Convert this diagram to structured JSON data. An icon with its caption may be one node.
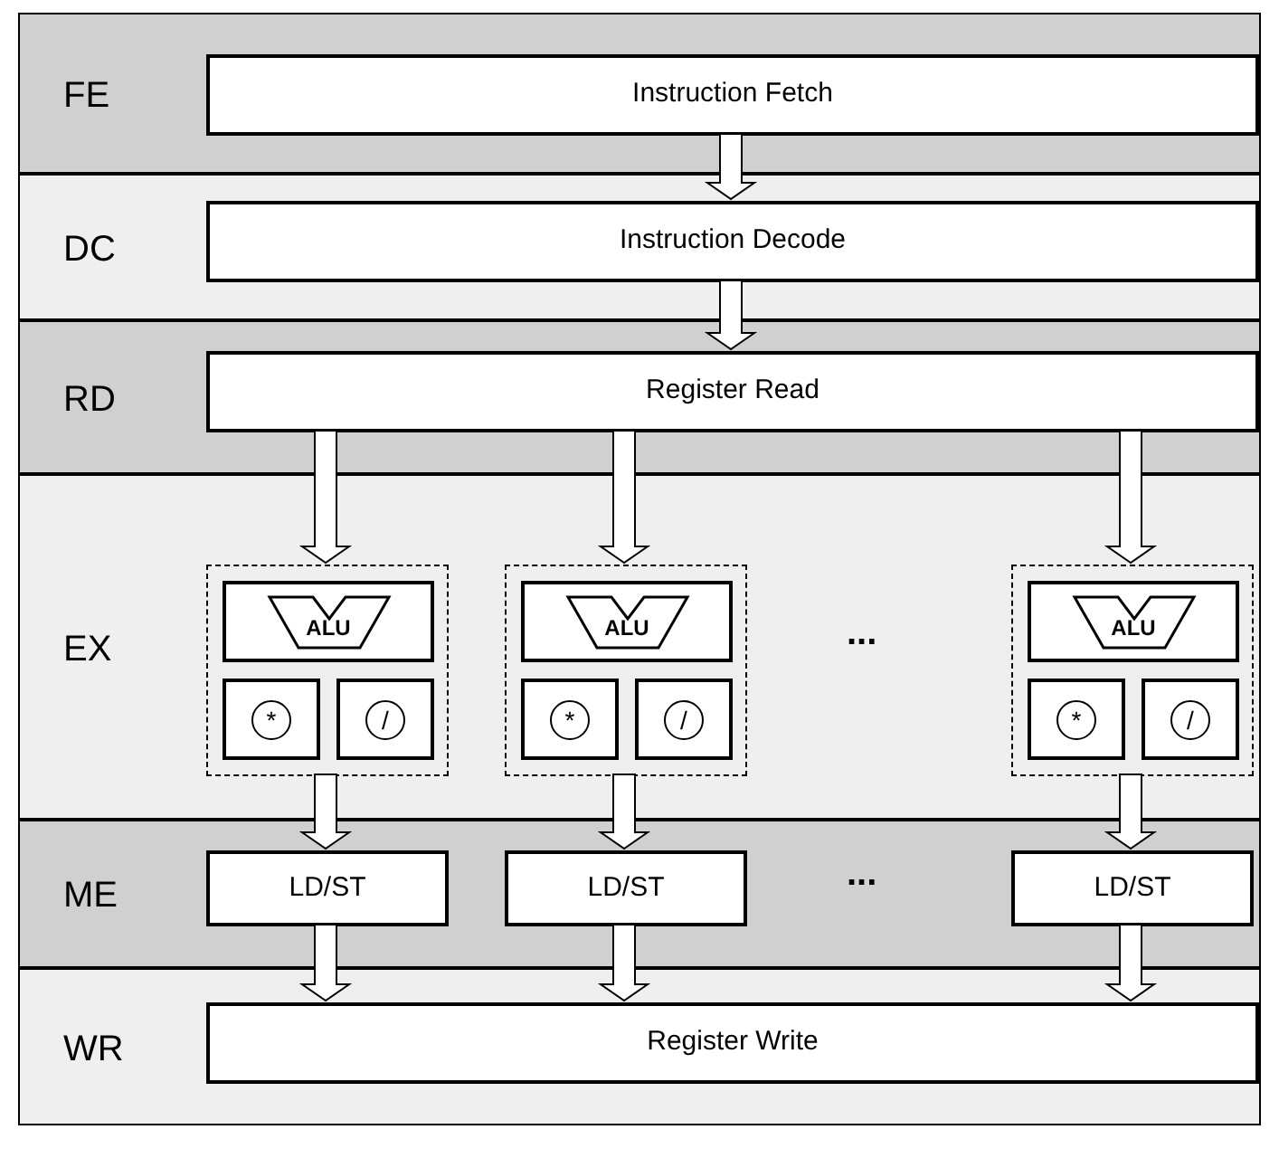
{
  "diagram": {
    "nodes": [
      {
        "text": [
          "FE"
        ]
      },
      {
        "text": [
          "Instruction Fetch"
        ],
        "in": 0
      },
      {
        "text": [
          "DC"
        ]
      },
      {
        "text": [
          "Instruction Decode"
        ],
        "in": 2
      },
      {
        "text": [
          "RD"
        ]
      },
      {
        "text": [
          "Register Read"
        ],
        "in": 4
      },
      {
        "text": [
          "EX"
        ]
      },
      {
        "text": [],
        "shape": "box",
        "in": 6
      },
      {
        "text": [
          "ALU"
        ],
        "in": 7
      },
      {
        "text": [
          "*"
        ],
        "in": 7
      },
      {
        "text": [
          "/"
        ],
        "in": 7
      },
      {
        "text": [],
        "shape": "box",
        "in": 6
      },
      {
        "text": [
          "ALU"
        ],
        "in": 11
      },
      {
        "text": [
          "*"
        ],
        "in": 11
      },
      {
        "text": [
          "/"
        ],
        "in": 11
      },
      {
        "text": [],
        "shape": "box",
        "in": 6
      },
      {
        "text": [
          "ALU"
        ],
        "in": 15
      },
      {
        "text": [
          "*"
        ],
        "in": 15
      },
      {
        "text": [
          "/"
        ],
        "in": 15
      },
      {
        "text": [
          "ME"
        ]
      },
      {
        "text": [
          "LD/ST"
        ],
        "in": 19
      },
      {
        "text": [
          "LD/ST"
        ],
        "in": 19
      },
      {
        "text": [
          "LD/ST"
        ],
        "in": 19
      },
      {
        "text": [
          "WR"
        ]
      },
      {
        "text": [
          "Register Write"
        ],
        "in": 23
      }
    ],
    "edges": [
      {
        "from": 1,
        "to": 3,
        "arrow": "to"
      },
      {
        "from": 3,
        "to": 5,
        "arrow": "to"
      },
      {
        "from": 5,
        "to": 7,
        "arrow": "to"
      },
      {
        "from": 5,
        "to": 11,
        "arrow": "to"
      },
      {
        "from": 5,
        "to": 15,
        "arrow": "to"
      },
      {
        "from": 7,
        "to": 20,
        "arrow": "to"
      },
      {
        "from": 11,
        "to": 21,
        "arrow": "to"
      },
      {
        "from": 15,
        "to": 22,
        "arrow": "to"
      },
      {
        "from": 20,
        "to": 24,
        "arrow": "to"
      },
      {
        "from": 21,
        "to": 24,
        "arrow": "to"
      },
      {
        "from": 22,
        "to": 24,
        "arrow": "to"
      }
    ],
    "labels": [
      "...",
      "..."
    ]
  }
}
